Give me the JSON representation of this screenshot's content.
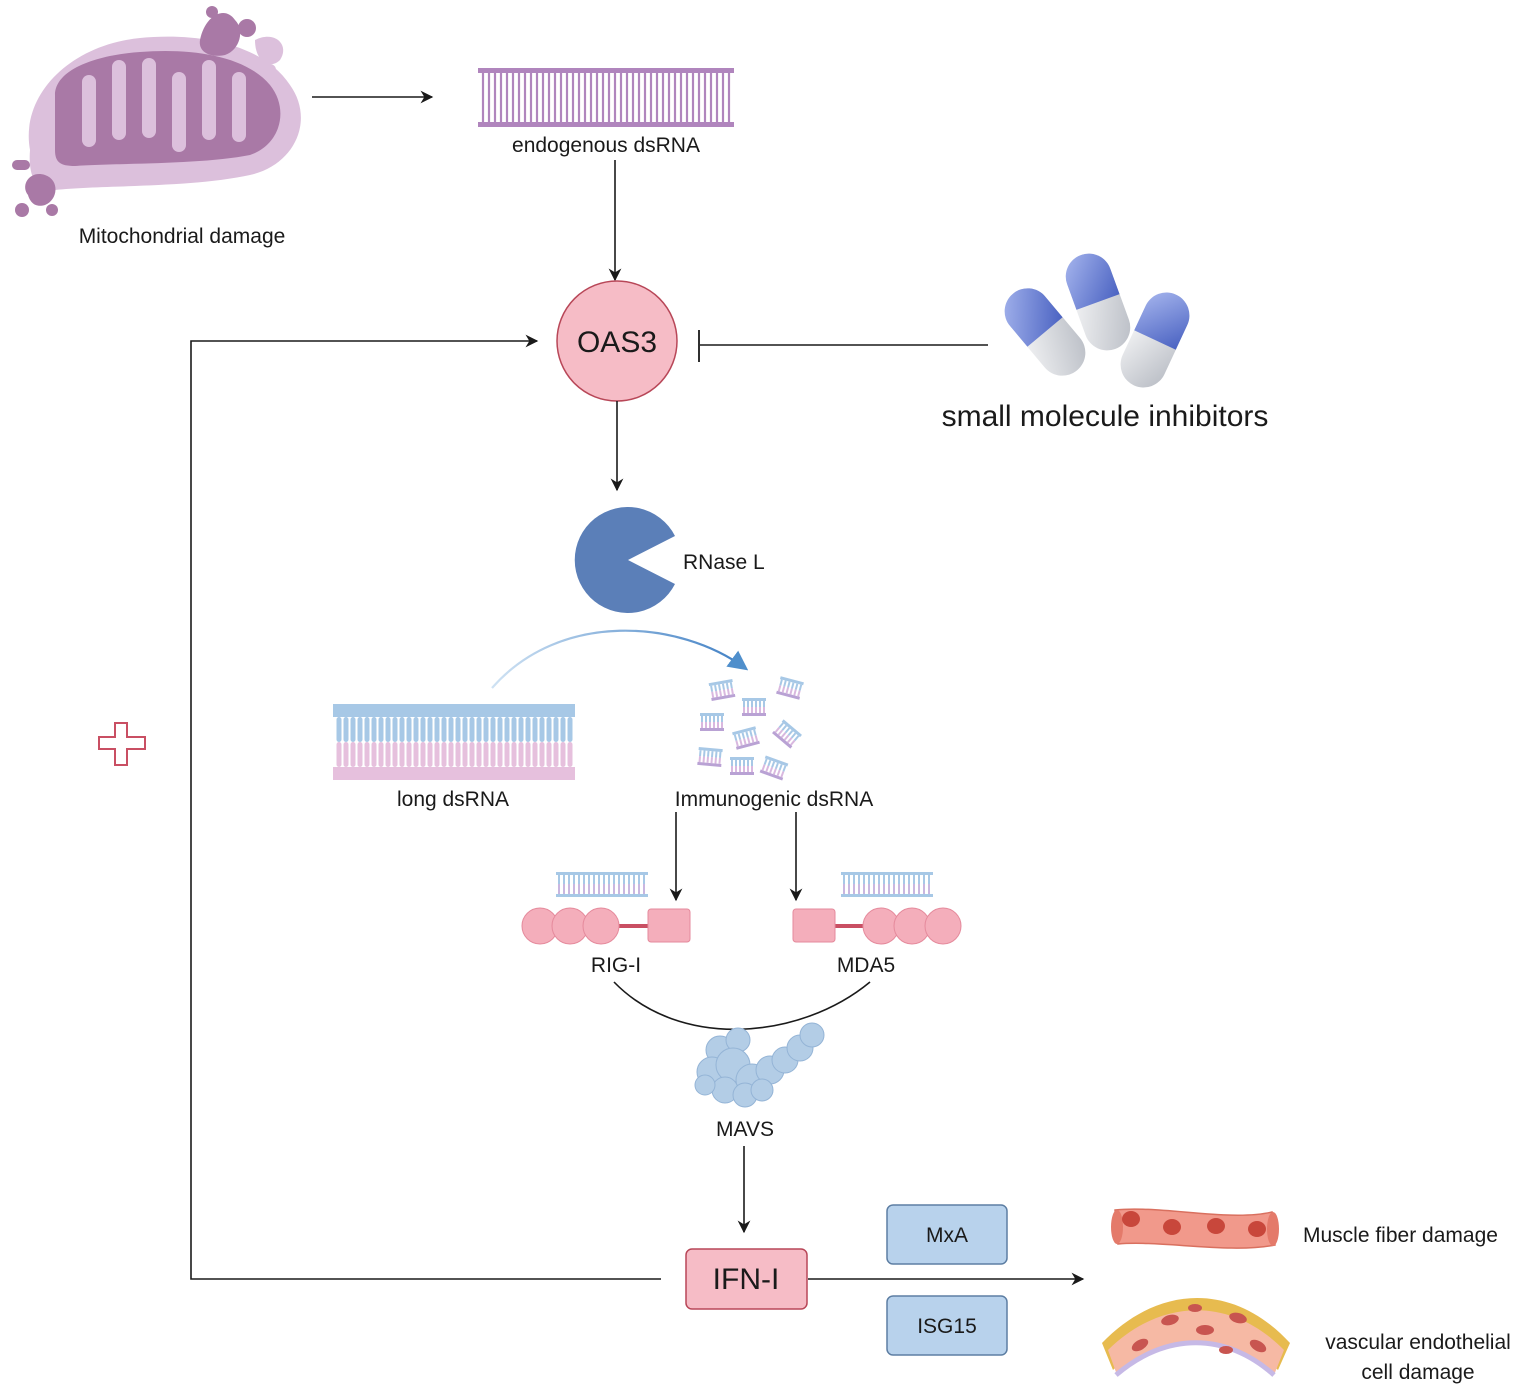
{
  "labels": {
    "mito": "Mitochondrial damage",
    "endo_dsrna": "endogenous dsRNA",
    "oas3": "OAS3",
    "inhibitors": "small molecule inhibitors",
    "rnase_l": "RNase L",
    "long_dsrna": "long dsRNA",
    "immuno_dsrna": "Immunogenic dsRNA",
    "rig_i": "RIG-I",
    "mda5": "MDA5",
    "mavs": "MAVS",
    "ifn_i": "IFN-I",
    "mxa": "MxA",
    "isg15": "ISG15",
    "muscle": "Muscle fiber damage",
    "vascular_1": "vascular endothelial",
    "vascular_2": "cell damage"
  },
  "colors": {
    "mito_outer": "#dcc0dc",
    "mito_inner": "#a979a6",
    "rna_purple": "#b085bd",
    "rna_blue": "#a7c8e6",
    "rna_pink": "#e6c0dd",
    "oas3_fill": "#f6bcc6",
    "oas3_stroke": "#b84758",
    "rnase": "#5b7fb8",
    "helicase": "#f4aebb",
    "linker": "#c94f63",
    "mavs": "#b3cde6",
    "ifn_fill": "#f6bcc6",
    "ifn_stroke": "#b84758",
    "isg_fill": "#b8d2ec",
    "isg_stroke": "#5d7ea3",
    "plus": "#c94f63",
    "pill_cap": "#6c84d4",
    "pill_body": "#e4e6ea",
    "muscle": "#f1998b",
    "arrow": "#1a1a1a",
    "curve_arrow": "#4f8fcc"
  }
}
